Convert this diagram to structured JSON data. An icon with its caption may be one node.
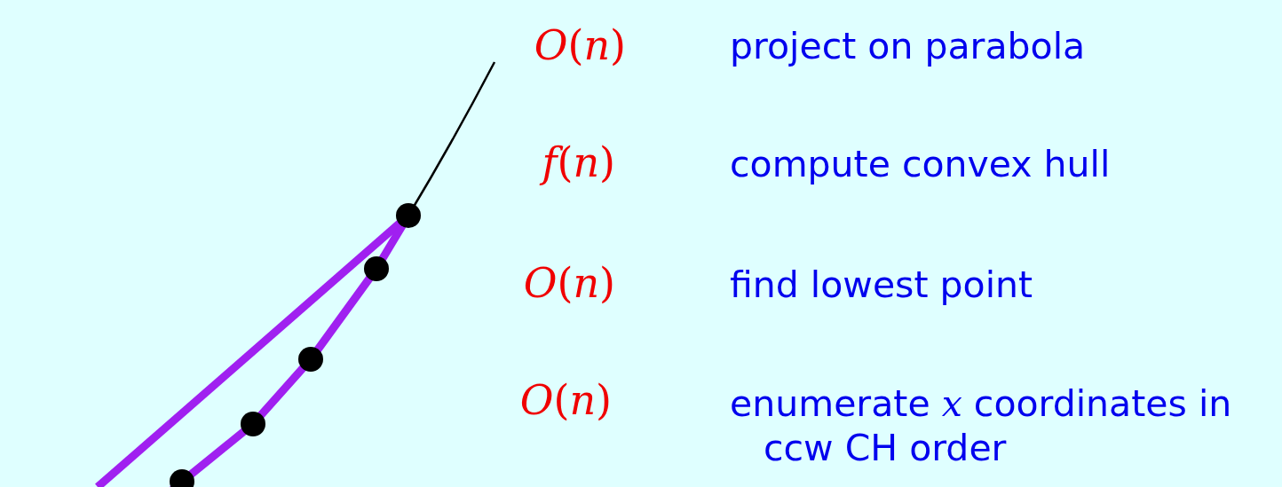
{
  "diagram": {
    "labels": [
      "*O*(*n*)",
      "project on parabola",
      "*f*(*n*)",
      "compute convex hull",
      "*O*(*n*)",
      "find lowest point",
      "*O*(*n*)",
      "enumerate *x* coordinates in ccw CH order"
    ]
  }
}
